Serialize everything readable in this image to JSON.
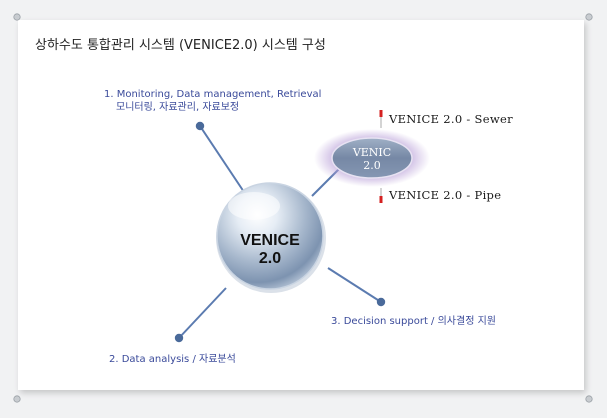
{
  "title": "상하수도 통합관리 시스템 (VENICE2.0) 시스템 구성",
  "center": {
    "line1": "VENICE",
    "line2": "2.0"
  },
  "satellite": {
    "line1": "VENIC",
    "line2": "2.0"
  },
  "modules": {
    "sewer": "VENICE 2.0 - Sewer",
    "pipe": "VENICE 2.0 - Pipe"
  },
  "branches": {
    "monitoring": {
      "line1": "1. Monitoring, Data management, Retrieval",
      "line2": "모니터링, 자료관리, 자료보정"
    },
    "analysis": "2. Data analysis / 자료분석",
    "decision": "3. Decision support / 의사결정 지원"
  },
  "colors": {
    "accent_text": "#3a4a9a",
    "node_dot": "#4a6a9a",
    "marker_red": "#d42020",
    "satellite_glow": "#b9a0d8"
  }
}
